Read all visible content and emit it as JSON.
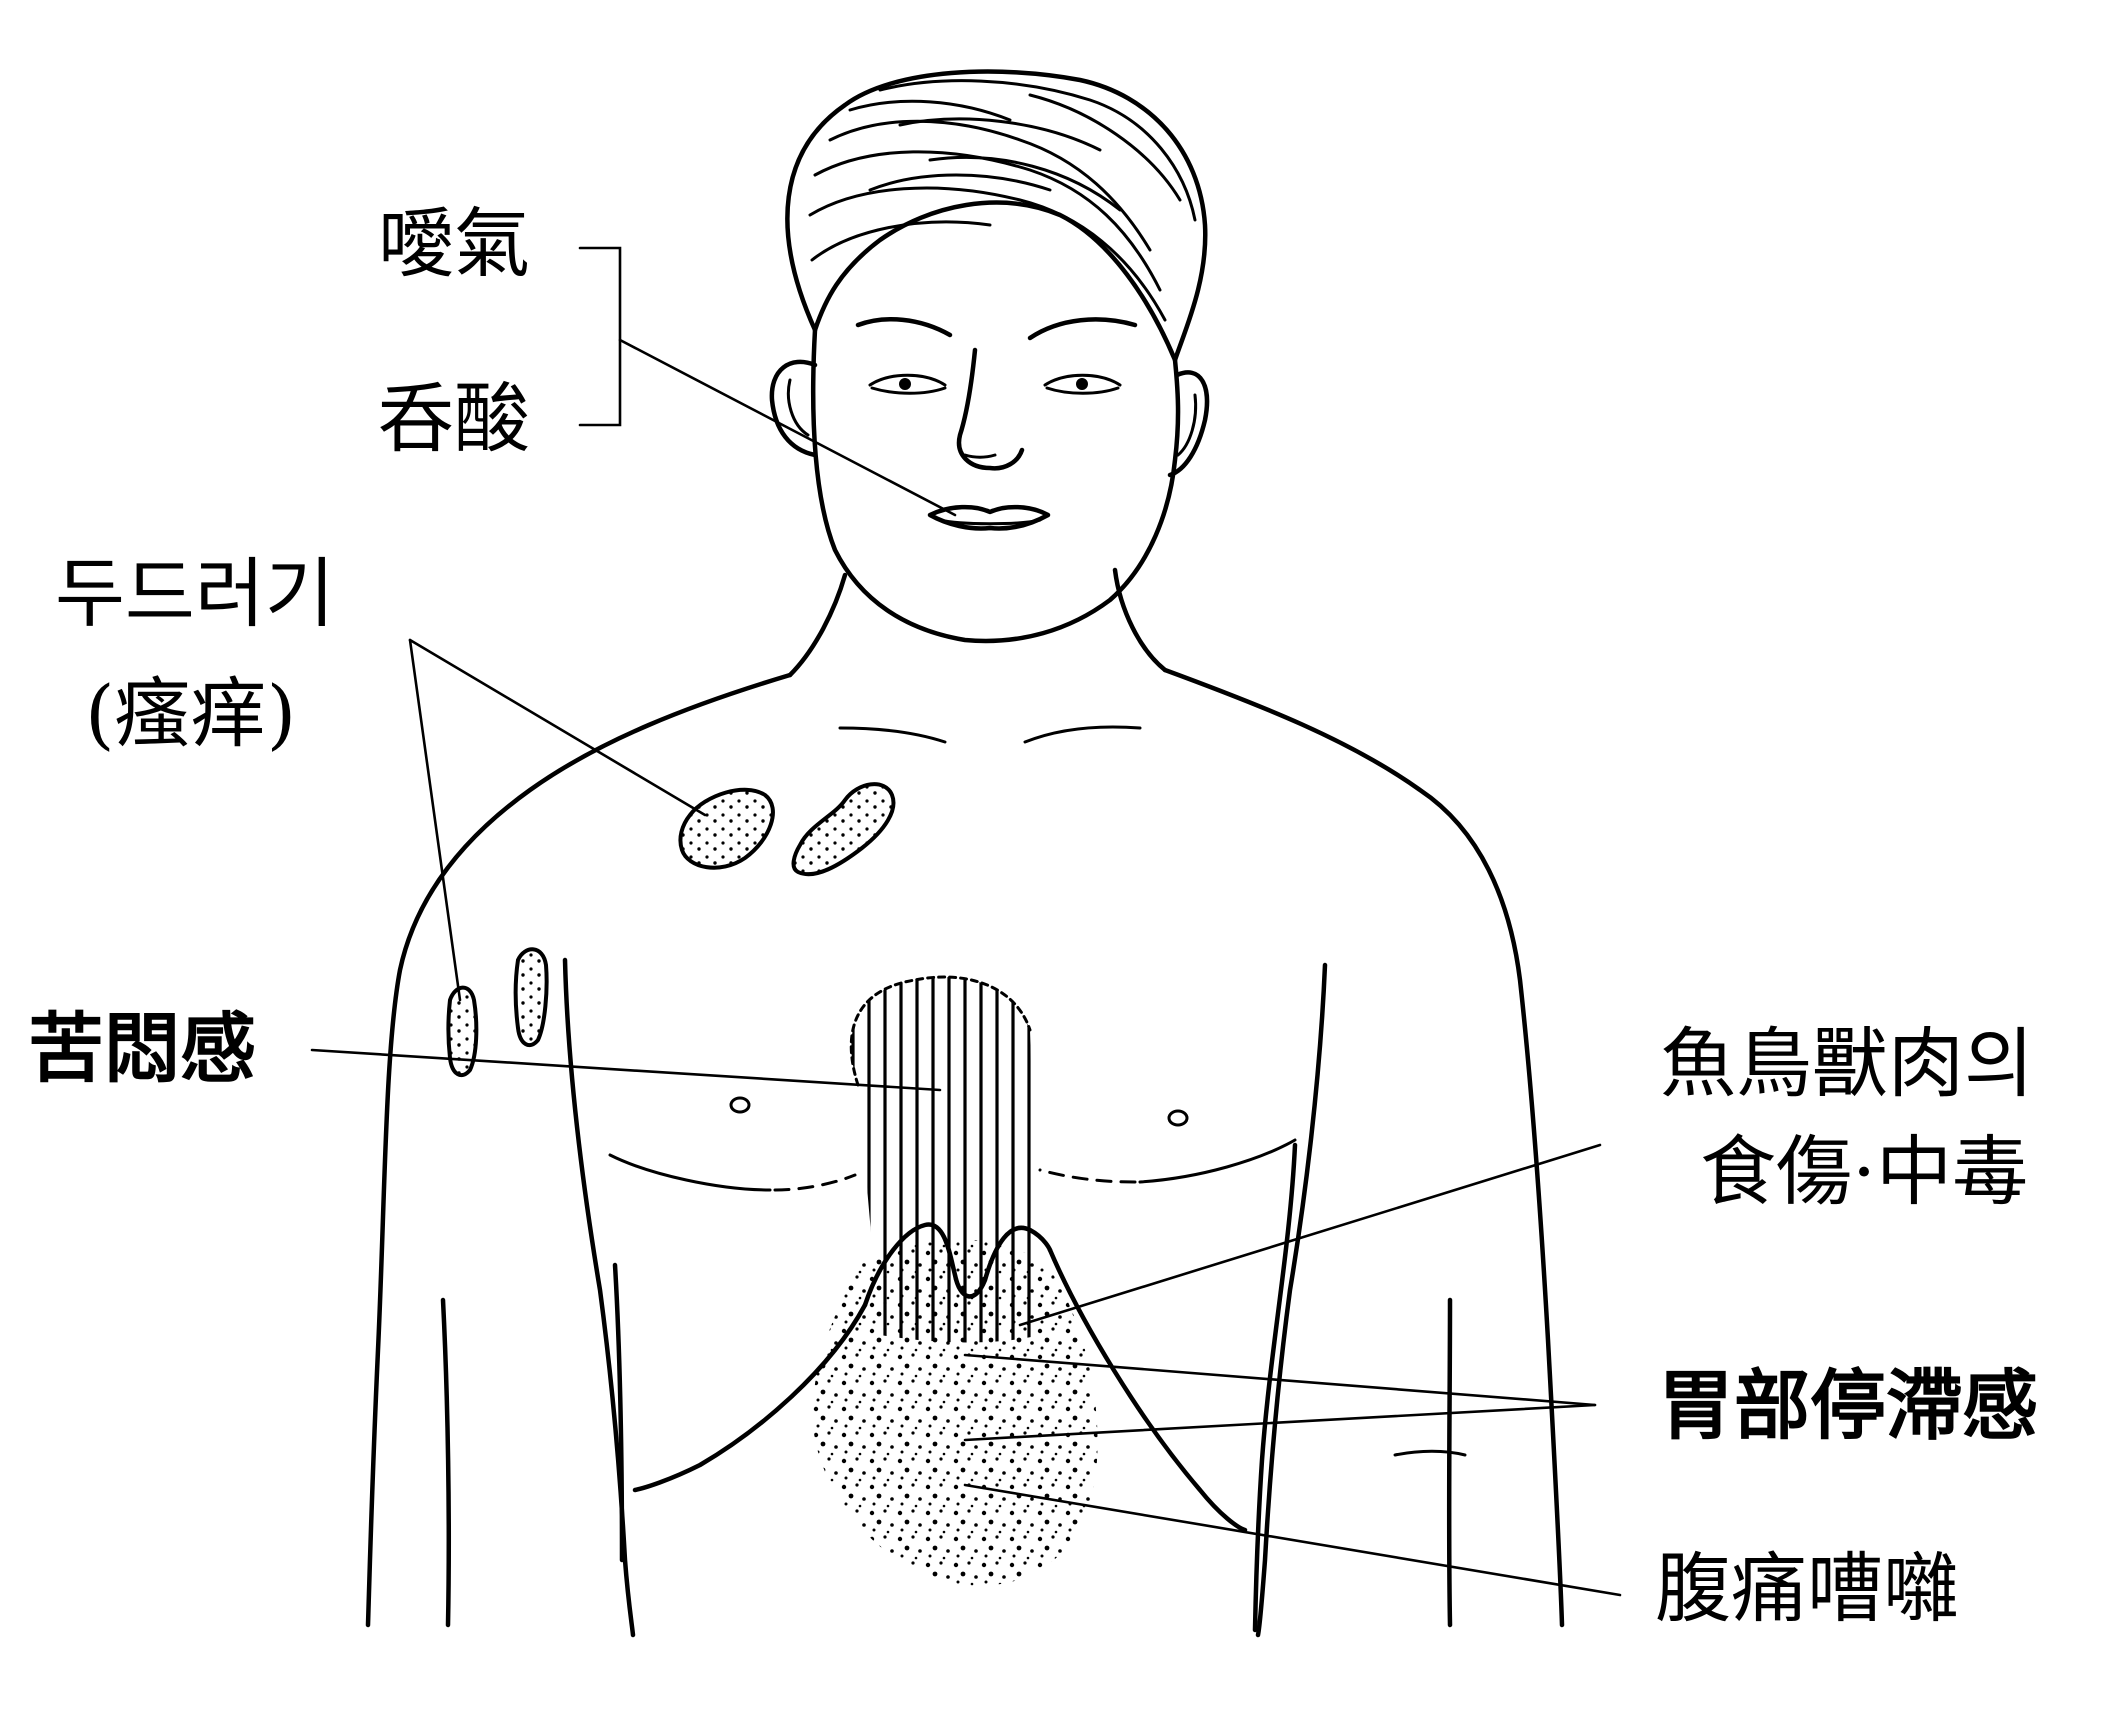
{
  "labels": {
    "belching": "噯氣",
    "acid_reflux": "呑酸",
    "rash_ko": "두드러기",
    "rash_hanja": "(瘙痒)",
    "chest_oppression": "苦悶感",
    "food_poisoning_line1": "魚鳥獸肉의",
    "food_poisoning_line2": "食傷·中毒",
    "stomach_stagnation": "胃部停滯感",
    "abdominal_pain": "腹痛嘈囃"
  },
  "colors": {
    "ink": "#000000",
    "background": "#ffffff"
  }
}
